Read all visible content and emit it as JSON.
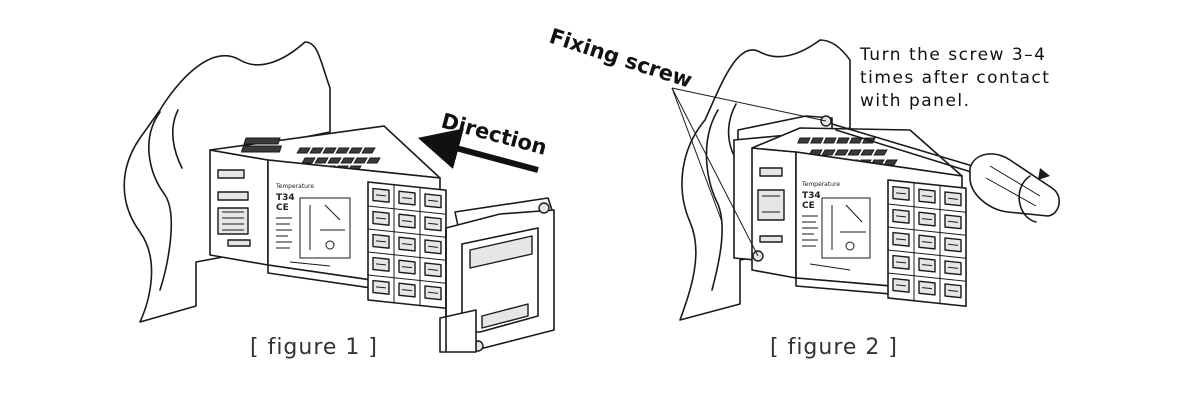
{
  "figure1": {
    "caption": "[ figure 1 ]",
    "direction_label": "Direction"
  },
  "figure2": {
    "caption": "[ figure 2 ]",
    "fixing_label": "Fixing screw",
    "note_lines": [
      "Turn the screw 3–4",
      "times after contact",
      "with panel."
    ]
  },
  "device": {
    "brand": "Temperature",
    "model": "T34",
    "mark": "CE"
  },
  "colors": {
    "ink": "#1a1a1a",
    "caption": "#333333",
    "background": "#ffffff"
  }
}
